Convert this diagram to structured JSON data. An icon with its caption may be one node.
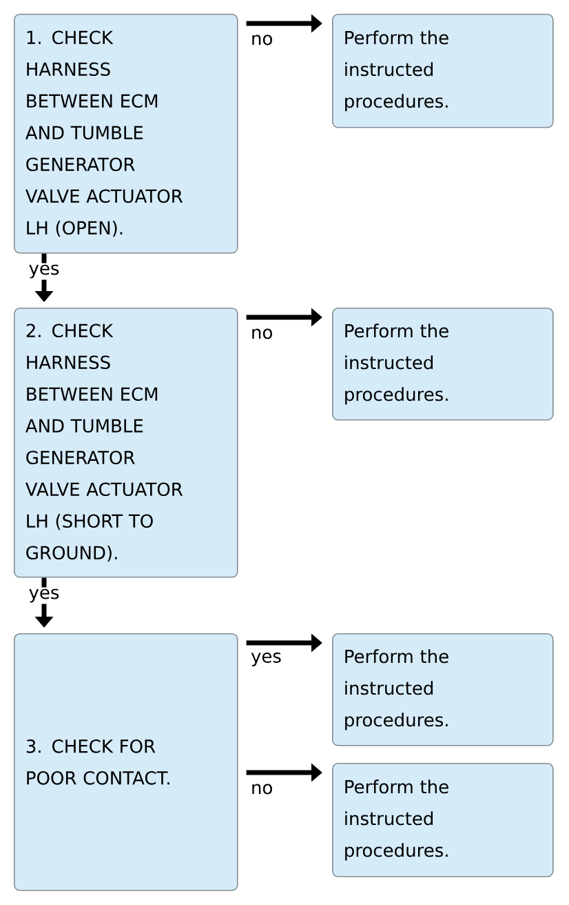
{
  "diagram": {
    "nodes": [
      {
        "text": [
          "1. CHECK HARNESS BETWEEN ECM AND TUMBLE GENERATOR VALVE ACTUATOR LH (OPEN)."
        ]
      },
      {
        "text": [
          "Perform the instructed procedures."
        ]
      },
      {
        "text": [
          "2. CHECK HARNESS BETWEEN ECM AND TUMBLE GENERATOR VALVE ACTUATOR LH (SHORT TO GROUND)."
        ]
      },
      {
        "text": [
          "Perform the instructed procedures."
        ]
      },
      {
        "text": [
          "3. CHECK FOR POOR CONTACT."
        ]
      },
      {
        "text": [
          "Perform the instructed procedures."
        ]
      },
      {
        "text": [
          "Perform the instructed procedures."
        ]
      }
    ],
    "edges": [
      {
        "from": 0,
        "to": 1,
        "arrow": "to",
        "label": "no"
      },
      {
        "from": 0,
        "to": 2,
        "arrow": "to",
        "label": "yes"
      },
      {
        "from": 2,
        "to": 3,
        "arrow": "to",
        "label": "no"
      },
      {
        "from": 2,
        "to": 4,
        "arrow": "to",
        "label": "yes"
      },
      {
        "from": 4,
        "to": 5,
        "arrow": "to",
        "label": "yes"
      },
      {
        "from": 4,
        "to": 6,
        "arrow": "to",
        "label": "no"
      }
    ]
  }
}
